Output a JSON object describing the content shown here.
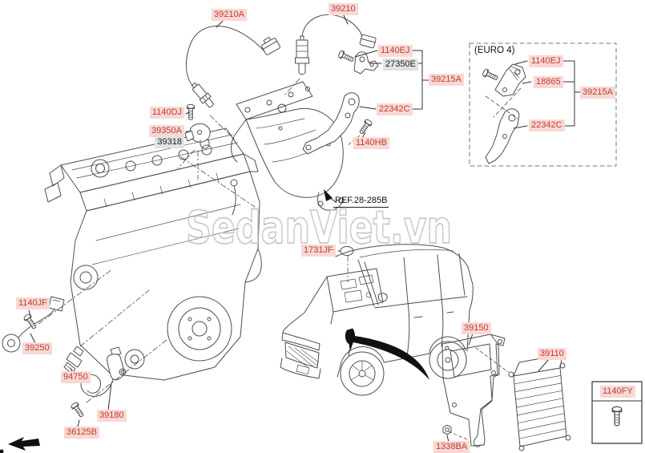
{
  "watermark": "SedanViet.vn",
  "colors": {
    "label_bg": "#f8d8d4",
    "label_text": "#c13b32",
    "muted_label_bg": "#e2e2e2",
    "muted_label_text": "#1d1d1d",
    "line": "#4d4d4d",
    "watermark": "#c9c9c9"
  },
  "labels": {
    "p39210a": "39210A",
    "p39210": "39210",
    "p1140ej": "1140EJ",
    "p27350e": "27350E",
    "p39215a": "39215A",
    "p22342c": "22342C",
    "p1140hb": "1140HB",
    "p1140dj": "1140DJ",
    "p39350a": "39350A",
    "p39318": "39318",
    "ref_28_285b": "REF.28-285B",
    "p1731jf": "1731JF",
    "p1140jf": "1140JF",
    "p39250": "39250",
    "p94750": "94750",
    "p39180": "39180",
    "p36125b": "36125B",
    "p39150": "39150",
    "p39110": "39110",
    "p1338ba": "1338BA",
    "p1140fy": "1140FY"
  },
  "euro4": {
    "title": "(EURO 4)",
    "p1140ej": "1140EJ",
    "p18865": "18865",
    "p39215a": "39215A",
    "p22342c": "22342C"
  }
}
